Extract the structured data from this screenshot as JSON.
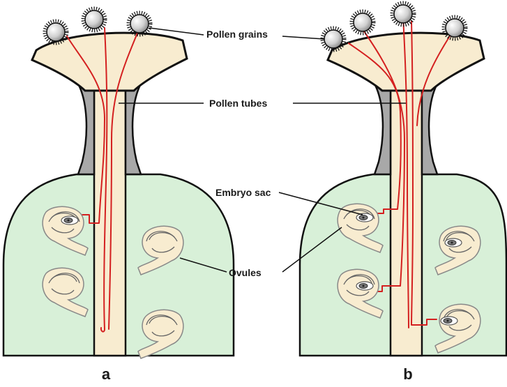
{
  "labels": {
    "pollen_grains": "Pollen grains",
    "pollen_tubes": "Pollen tubes",
    "embryo_sac": "Embryo sac",
    "ovules": "Ovules"
  },
  "panels": {
    "left": "a",
    "right": "b"
  },
  "colors": {
    "ovary": "#d8f0d8",
    "style": "#f8ecd0",
    "tissue": "#a8a8a8",
    "pollen_tube": "#d42020"
  }
}
